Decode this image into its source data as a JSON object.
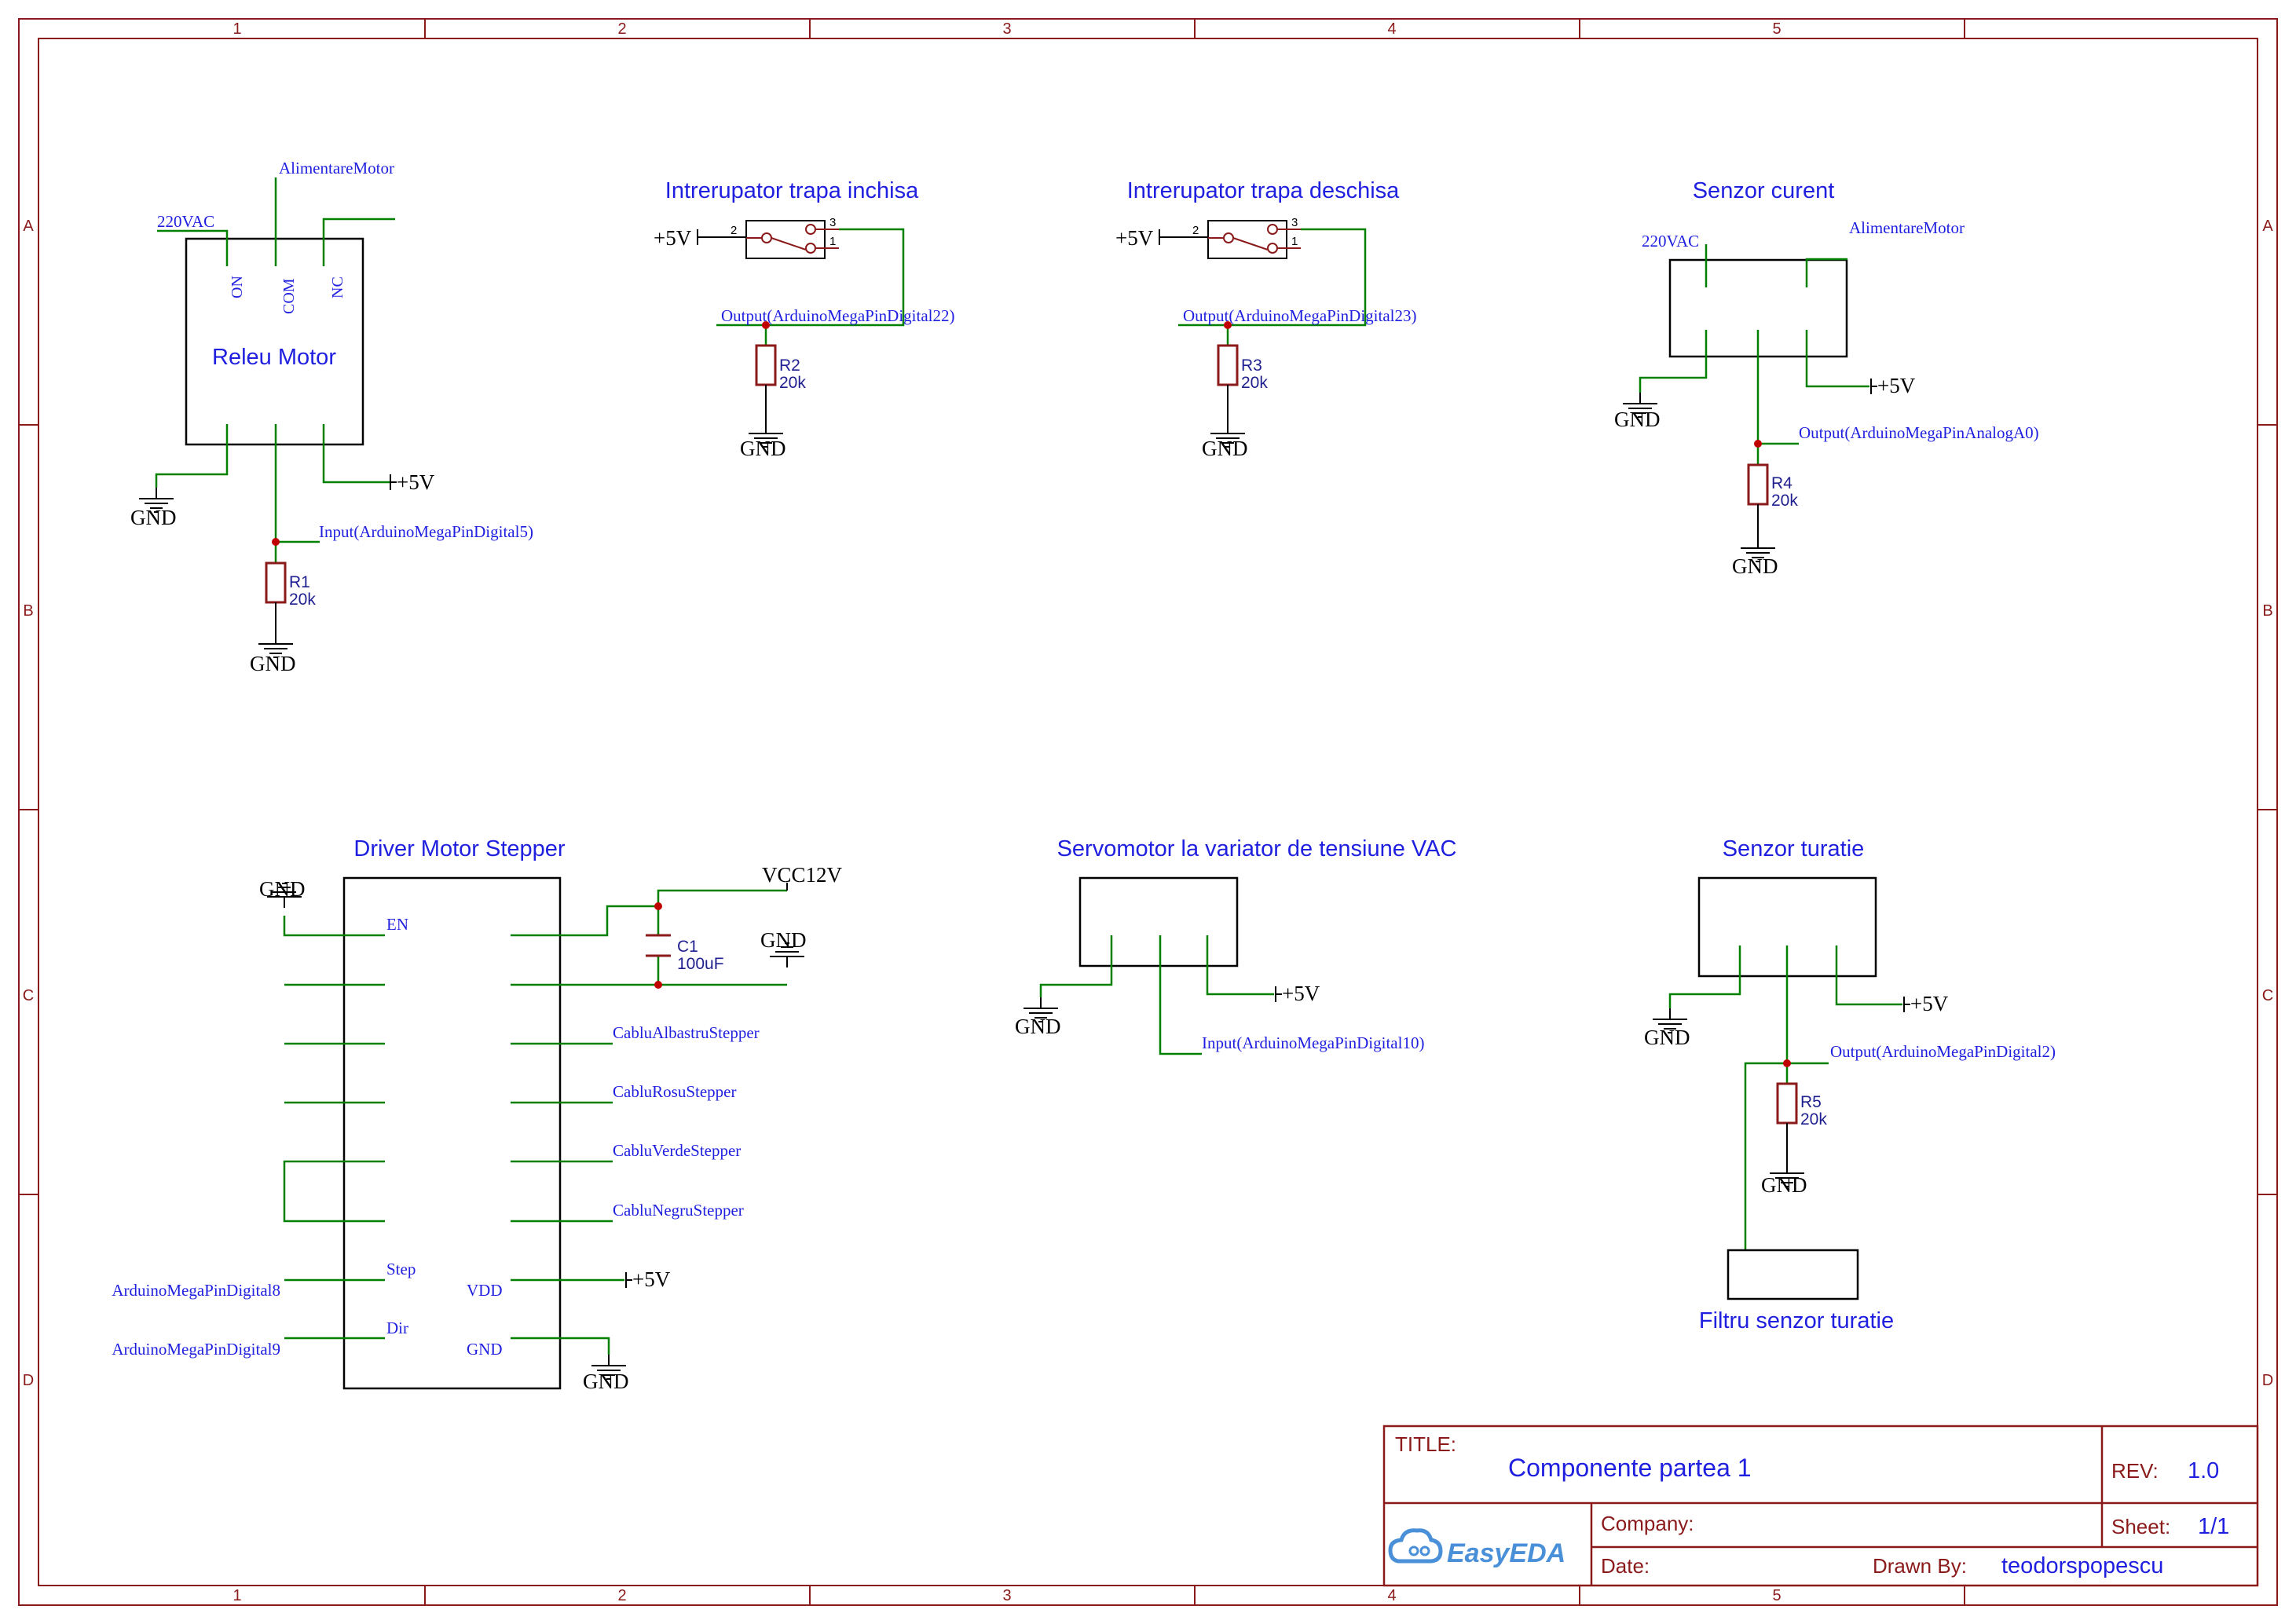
{
  "frame": {
    "col_labels": [
      "1",
      "2",
      "3",
      "4",
      "5"
    ],
    "row_labels": [
      "A",
      "B",
      "C",
      "D"
    ]
  },
  "colors": {
    "frame": "#8b1a1a",
    "wire": "#008000",
    "title_text": "#1f1fe0",
    "net_label": "#1f1fe0",
    "component": "#8b1a1a",
    "junction": "#c00000",
    "black": "#000000"
  },
  "relay": {
    "title": "Releu Motor",
    "pin_on": "ON",
    "pin_com": "COM",
    "pin_nc": "NC",
    "net_220vac": "220VAC",
    "net_alimentare": "AlimentareMotor",
    "net_gnd": "GND",
    "net_5v": "+5V",
    "net_input": "Input(ArduinoMegaPinDigital5)",
    "r_ref": "R1",
    "r_value": "20k",
    "r_gnd": "GND"
  },
  "switch_closed": {
    "title": "Intrerupator trapa inchisa",
    "net_5v": "+5V",
    "pin2": "2",
    "pin3": "3",
    "pin1": "1",
    "net_output": "Output(ArduinoMegaPinDigital22)",
    "r_ref": "R2",
    "r_value": "20k",
    "r_gnd": "GND"
  },
  "switch_open": {
    "title": "Intrerupator trapa deschisa",
    "net_5v": "+5V",
    "pin2": "2",
    "pin3": "3",
    "pin1": "1",
    "net_output": "Output(ArduinoMegaPinDigital23)",
    "r_ref": "R3",
    "r_value": "20k",
    "r_gnd": "GND"
  },
  "current_sensor": {
    "title": "Senzor curent",
    "net_220vac": "220VAC",
    "net_alimentare": "AlimentareMotor",
    "net_gnd": "GND",
    "net_5v": "+5V",
    "net_output": "Output(ArduinoMegaPinAnalogA0)",
    "r_ref": "R4",
    "r_value": "20k",
    "r_gnd": "GND"
  },
  "stepper": {
    "title": "Driver Motor Stepper",
    "gnd_top": "GND",
    "pin_en": "EN",
    "net_vcc": "VCC12V",
    "c_ref": "C1",
    "c_value": "100uF",
    "c_gnd": "GND",
    "net_blue": "CabluAlbastruStepper",
    "net_red": "CabluRosuStepper",
    "net_green": "CabluVerdeStepper",
    "net_black": "CabluNegruStepper",
    "pin_step": "Step",
    "pin_dir": "Dir",
    "pin_vdd": "VDD",
    "pin_gnd": "GND",
    "net_d8": "ArduinoMegaPinDigital8",
    "net_d9": "ArduinoMegaPinDigital9",
    "net_5v": "+5V",
    "gnd_bottom": "GND"
  },
  "servo": {
    "title": "Servomotor la variator de tensiune VAC",
    "net_gnd": "GND",
    "net_5v": "+5V",
    "net_input": "Input(ArduinoMegaPinDigital10)"
  },
  "rpm_sensor": {
    "title": "Senzor turatie",
    "net_gnd": "GND",
    "net_5v": "+5V",
    "net_output": "Output(ArduinoMegaPinDigital2)",
    "r_ref": "R5",
    "r_value": "20k",
    "r_gnd": "GND",
    "filter_label": "Filtru senzor turatie"
  },
  "title_block": {
    "title_label": "TITLE:",
    "title_value": "Componente partea 1",
    "rev_label": "REV:",
    "rev_value": "1.0",
    "company_label": "Company:",
    "sheet_label": "Sheet:",
    "sheet_value": "1/1",
    "date_label": "Date:",
    "drawn_label": "Drawn By:",
    "drawn_value": "teodorspopescu",
    "logo_text": "EasyEDA"
  }
}
